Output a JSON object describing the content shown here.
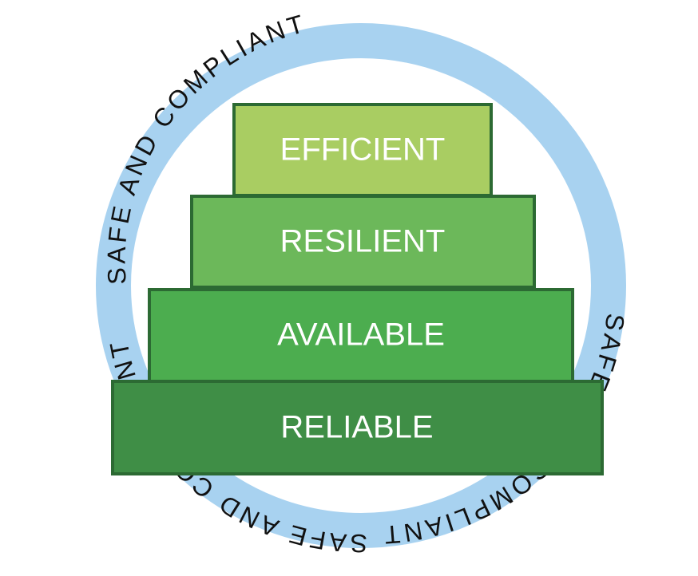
{
  "ring": {
    "label": "SAFE AND COMPLIANT",
    "color": "#a8d2f0"
  },
  "tiers": [
    {
      "label": "EFFICIENT",
      "fill": "#a9cd62"
    },
    {
      "label": "RESILIENT",
      "fill": "#6cb85a"
    },
    {
      "label": "AVAILABLE",
      "fill": "#4cad4f"
    },
    {
      "label": "RELIABLE",
      "fill": "#3f8e46"
    }
  ],
  "tier_border_color": "#2c6a33"
}
